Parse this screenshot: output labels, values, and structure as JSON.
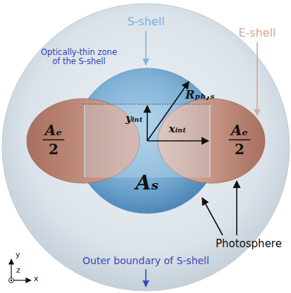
{
  "diagram": {
    "nodes": [
      {
        "text": [
          "Aₛ"
        ]
      },
      {
        "text": [
          "Aₑ",
          "2"
        ]
      },
      {
        "text": [
          "Aₑ",
          "2"
        ]
      }
    ],
    "labels": [
      "S-shell",
      "E-shell",
      "Optically-thin zone of the S-shell",
      "Rₚₕ,ₛ",
      "yᵢₙₜ",
      "xᵢₙₜ",
      "Photosphere",
      "Outer boundary of S-shell",
      "y",
      "x",
      "z"
    ]
  }
}
